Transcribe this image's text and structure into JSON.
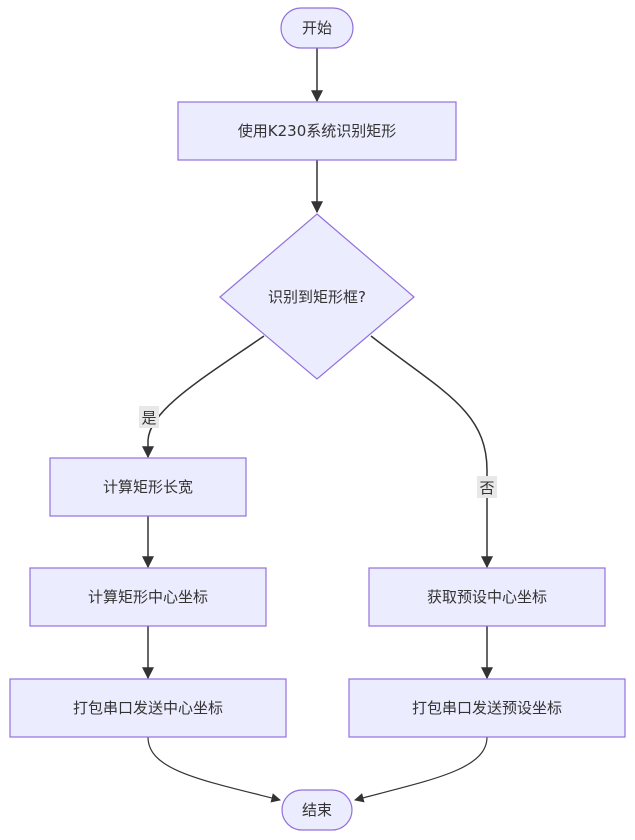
{
  "colors": {
    "node_fill": "#ececff",
    "node_stroke": "#9370db",
    "edge": "#333333",
    "label_bg": "#e8e8e8",
    "text": "#333333"
  },
  "nodes": {
    "start": {
      "label": "开始",
      "shape": "stadium"
    },
    "identify": {
      "label": "使用K230系统识别矩形",
      "shape": "rect"
    },
    "decision": {
      "label": "识别到矩形框?",
      "shape": "diamond"
    },
    "calc_size": {
      "label": "计算矩形长宽",
      "shape": "rect"
    },
    "calc_center": {
      "label": "计算矩形中心坐标",
      "shape": "rect"
    },
    "send_center": {
      "label": "打包串口发送中心坐标",
      "shape": "rect"
    },
    "get_preset": {
      "label": "获取预设中心坐标",
      "shape": "rect"
    },
    "send_preset": {
      "label": "打包串口发送预设坐标",
      "shape": "rect"
    },
    "end": {
      "label": "结束",
      "shape": "stadium"
    }
  },
  "edges": [
    {
      "from": "start",
      "to": "identify",
      "label": ""
    },
    {
      "from": "identify",
      "to": "decision",
      "label": ""
    },
    {
      "from": "decision",
      "to": "calc_size",
      "label": "是"
    },
    {
      "from": "decision",
      "to": "get_preset",
      "label": "否"
    },
    {
      "from": "calc_size",
      "to": "calc_center",
      "label": ""
    },
    {
      "from": "calc_center",
      "to": "send_center",
      "label": ""
    },
    {
      "from": "get_preset",
      "to": "send_preset",
      "label": ""
    },
    {
      "from": "send_center",
      "to": "end",
      "label": ""
    },
    {
      "from": "send_preset",
      "to": "end",
      "label": ""
    }
  ]
}
